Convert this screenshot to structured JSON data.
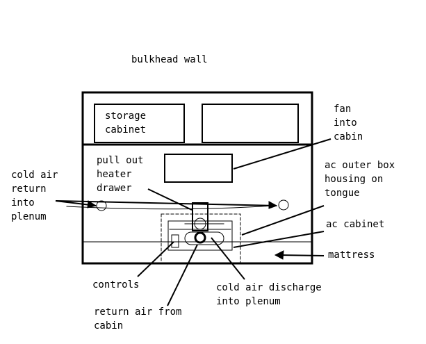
{
  "labels": {
    "bulkhead": "bulkhead wall",
    "storage": [
      "storage",
      "cabinet"
    ],
    "fan": [
      "fan",
      "into",
      "cabin"
    ],
    "heater": [
      "pull out",
      "heater",
      "drawer"
    ],
    "cold_return": [
      "cold air",
      "return",
      "into",
      "plenum"
    ],
    "ac_outer": [
      "ac outer box",
      "housing on",
      "tongue"
    ],
    "ac_cabinet": "ac cabinet",
    "mattress": "mattress",
    "controls": "controls",
    "cold_discharge": [
      "cold air discharge",
      "into plenum"
    ],
    "return_air": [
      "return air from",
      "cabin"
    ]
  }
}
